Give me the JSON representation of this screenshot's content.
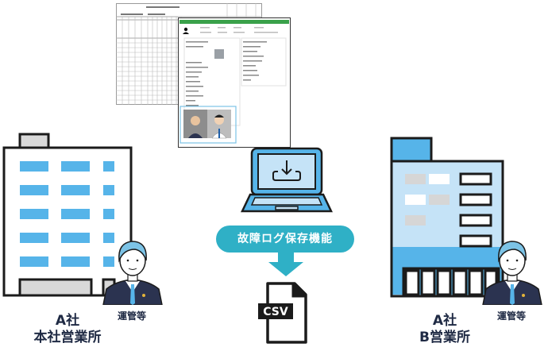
{
  "colors": {
    "accent_teal": "#2fb0c6",
    "window_blue": "#56b4e9",
    "building_light_blue": "#c5e3f7",
    "outline": "#1b1b1b",
    "suit_navy": "#2b3350",
    "text_dark": "#1f2a44",
    "doc_header_green": "#3aa14a"
  },
  "left_office": {
    "company": "A社",
    "branch": "本社営業所",
    "staff_role": "運管等"
  },
  "right_office": {
    "company": "A社",
    "branch": "B営業所",
    "staff_role": "運管等"
  },
  "center": {
    "laptop_icon": "download-laptop-icon",
    "feature_label": "故障ログ保存機能",
    "output_file": {
      "type_label": "CSV",
      "icon": "csv-file-icon"
    }
  },
  "documents": {
    "back_document": "spreadsheet-log-sheet",
    "front_document": "driver-record-form",
    "photo_inset": "driver-photo-comparison"
  }
}
